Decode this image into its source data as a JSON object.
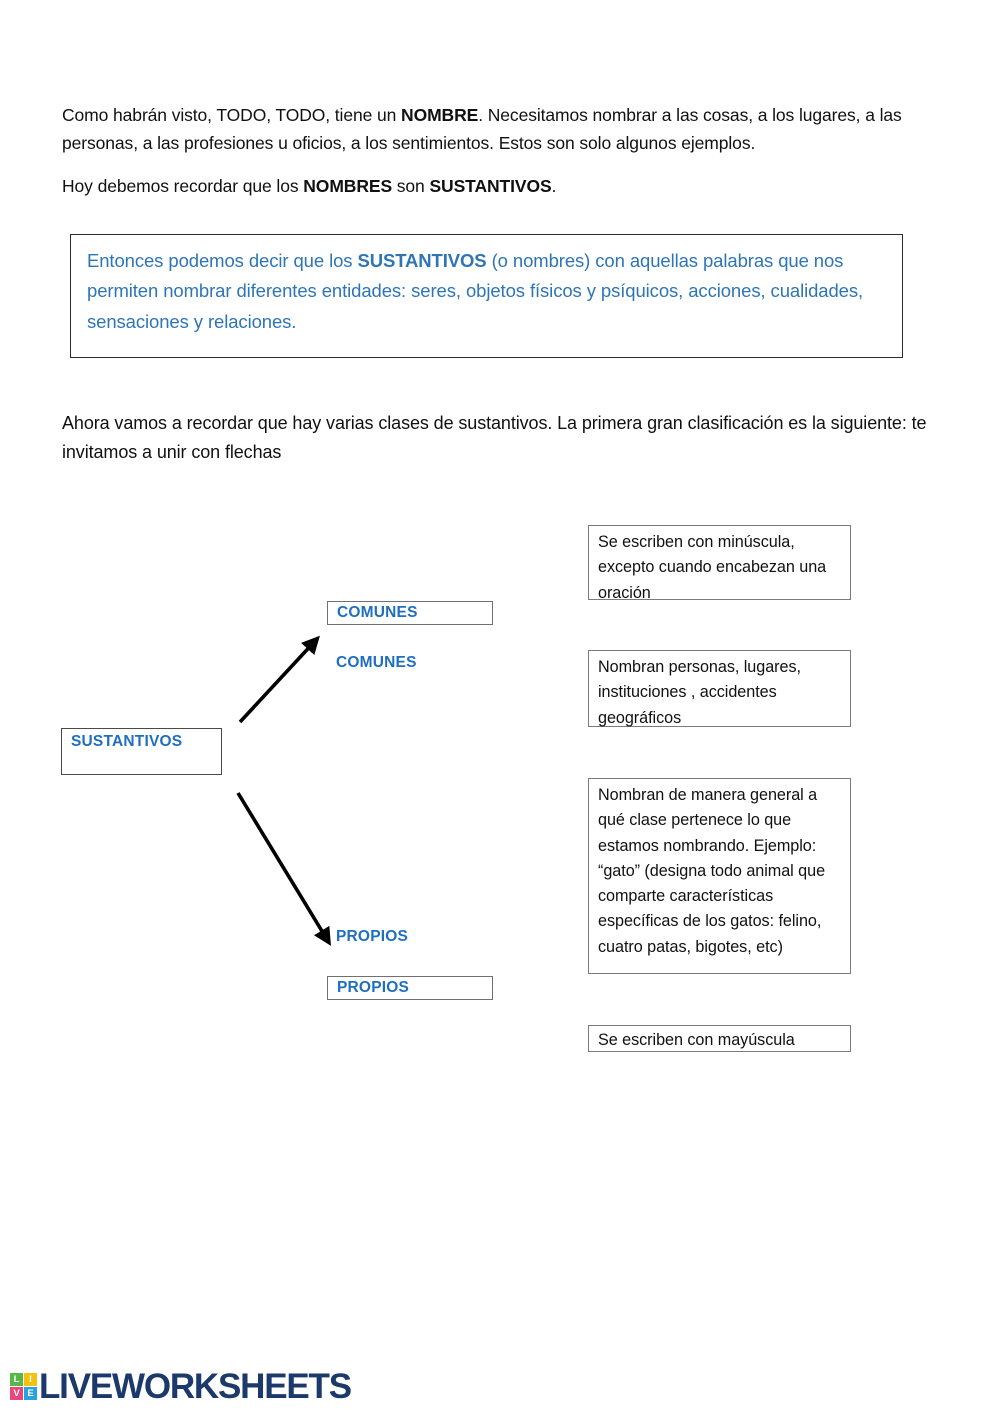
{
  "document": {
    "intro_paragraph_1_html": "Como habrán visto, TODO, TODO, tiene un <b>NOMBRE</b>.  Necesitamos nombrar a las cosas, a los lugares, a las personas, a las profesiones u oficios, a los sentimientos. Estos son solo algunos ejemplos.",
    "intro_paragraph_2_html": "Hoy debemos recordar que los <b>NOMBRES</b> son <b>SUSTANTIVOS</b>.",
    "definition_html": "Entonces podemos decir que los <b>SUSTANTIVOS</b> (o nombres) con aquellas palabras que nos permiten nombrar diferentes entidades: seres, objetos físicos y psíquicos, acciones, cualidades, sensaciones y relaciones.",
    "instruction_text": "Ahora vamos a recordar que hay varias clases de sustantivos. La primera gran clasificación es la siguiente: te invitamos a unir con flechas"
  },
  "diagram": {
    "root_node_label": "SUSTANTIVOS",
    "branch_boxes": [
      {
        "label": "COMUNES"
      },
      {
        "label": "PROPIOS"
      }
    ],
    "drop_labels": [
      {
        "label": "COMUNES"
      },
      {
        "label": "PROPIOS"
      }
    ],
    "description_boxes": [
      {
        "text": "Se escriben con minúscula, excepto cuando encabezan una oración"
      },
      {
        "text": "Nombran personas, lugares, instituciones , accidentes geográficos"
      },
      {
        "text": "Nombran de manera general a qué clase pertenece lo que estamos nombrando. Ejemplo: “gato” (designa todo animal que comparte características específicas de los gatos: felino, cuatro patas, bigotes, etc)"
      },
      {
        "text": "Se escriben con mayúscula"
      }
    ]
  },
  "footer": {
    "brand_name": "LIVEWORKSHEETS",
    "logo_letters": [
      "L",
      "I",
      "V",
      "E"
    ]
  },
  "colors": {
    "heading_blue": "#1f6fc0",
    "definition_blue": "#2e75b6",
    "box_border": "#7a7b7d",
    "arrow": "#000000",
    "brand_navy": "#1b3a6b",
    "logo_green": "#57b847",
    "logo_yellow": "#f4c20d",
    "logo_pink": "#e8467c",
    "logo_blue": "#29a3dc"
  }
}
